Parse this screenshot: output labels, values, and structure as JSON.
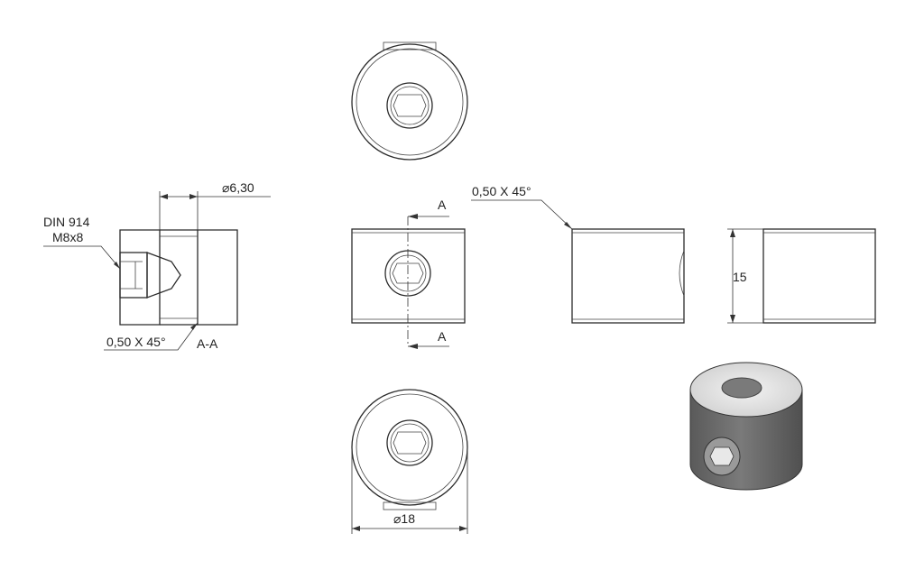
{
  "labels": {
    "din_callout_line1": "DIN 914",
    "din_callout_line2": "M8x8",
    "bore_diameter": "⌀6,30",
    "section_chamfer": "0,50 X 45°",
    "section_name": "A-A",
    "section_mark_top": "A",
    "section_mark_bottom": "A",
    "side_chamfer": "0,50 X 45°",
    "height_dim": "15",
    "outer_diameter": "⌀18"
  },
  "colors": {
    "line": "#2b2b2b",
    "hatch": "#555555",
    "iso_body": "#6e6e6e",
    "iso_top": "#d9d9d9"
  }
}
